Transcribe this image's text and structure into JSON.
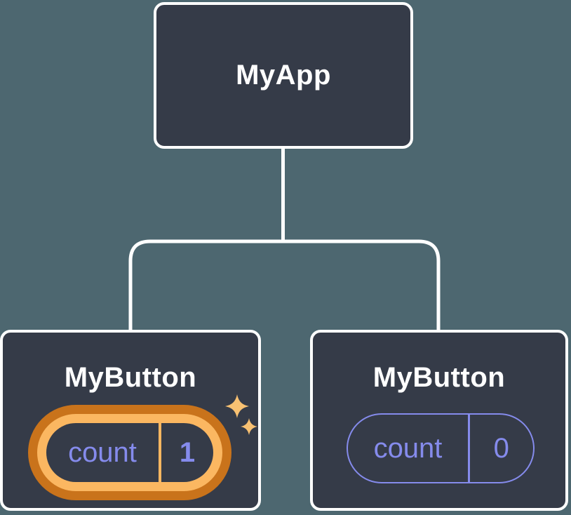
{
  "colors": {
    "background": "#4D6770",
    "node-fill": "#353B48",
    "node-border": "#FFFFFF",
    "edge": "#FFFFFF",
    "title-text": "#FFFFFF",
    "state-purple": "#858BEC",
    "gold": "#FBB761",
    "orange-dark": "#C9731B",
    "sparkle": "#F8C172"
  },
  "diagram": {
    "type": "component-tree",
    "root": {
      "label": "MyApp"
    },
    "children": [
      {
        "label": "MyButton",
        "state": {
          "key": "count",
          "value": "1"
        },
        "highlighted": true,
        "icon": "sparkles-icon"
      },
      {
        "label": "MyButton",
        "state": {
          "key": "count",
          "value": "0"
        },
        "highlighted": false
      }
    ]
  }
}
